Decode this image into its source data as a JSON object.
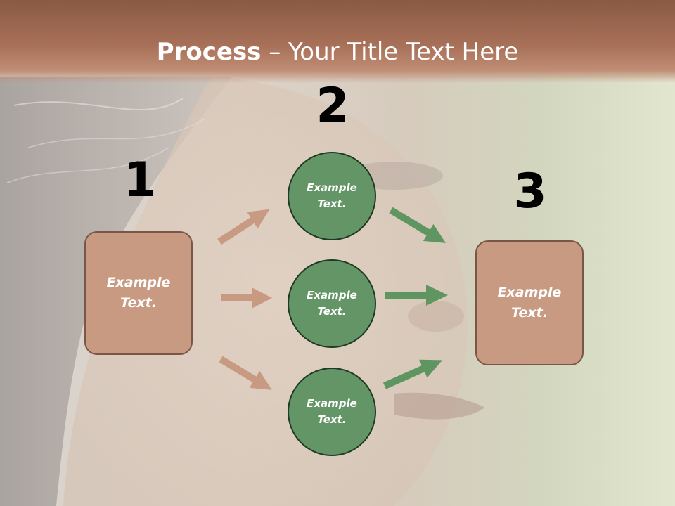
{
  "title": {
    "bold": "Process",
    "rest": " – Your Title Text Here"
  },
  "steps": {
    "one": "1",
    "two": "2",
    "three": "3"
  },
  "left_box": {
    "text": "Example\nText."
  },
  "right_box": {
    "text": "Example\nText."
  },
  "circles": [
    {
      "text": "Example\nText."
    },
    {
      "text": "Example\nText."
    },
    {
      "text": "Example\nText."
    }
  ],
  "colors": {
    "header": "#a06a52",
    "box_fill": "#c99a82",
    "circle_fill": "#649566",
    "left_arrow": "#c99a82",
    "right_arrow": "#5f9560"
  }
}
